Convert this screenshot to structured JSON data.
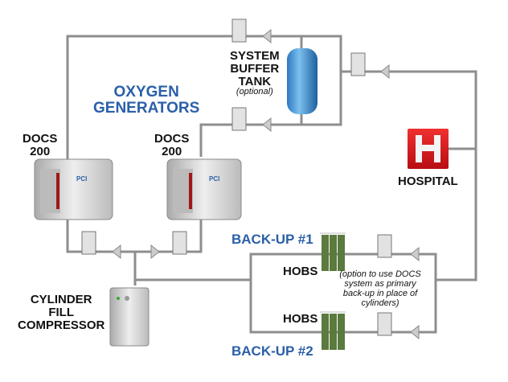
{
  "title": {
    "line1": "OXYGEN",
    "line2": "GENERATORS"
  },
  "generators": [
    {
      "name": "DOCS",
      "model": "200",
      "brand": "PCI"
    },
    {
      "name": "DOCS",
      "model": "200",
      "brand": "PCI"
    }
  ],
  "buffer_tank": {
    "line1": "SYSTEM",
    "line2": "BUFFER",
    "line3": "TANK",
    "note": "(optional)"
  },
  "hospital": {
    "label": "HOSPITAL",
    "icon_letter": "H"
  },
  "compressor": {
    "line1": "CYLINDER",
    "line2": "FILL",
    "line3": "COMPRESSOR"
  },
  "backup1": {
    "label": "BACK-UP #1",
    "hobs": "HOBS",
    "note1": "(option to use DOCS",
    "note2": "system as primary",
    "note3": "back-up in place of",
    "note4": "cylinders)"
  },
  "backup2": {
    "label": "BACK-UP #2",
    "hobs": "HOBS"
  },
  "colors": {
    "accent": "#2a5fa8",
    "hospital": "#d9141b",
    "tank": "#4a9ad8",
    "pipe": "#9a9a9a"
  }
}
